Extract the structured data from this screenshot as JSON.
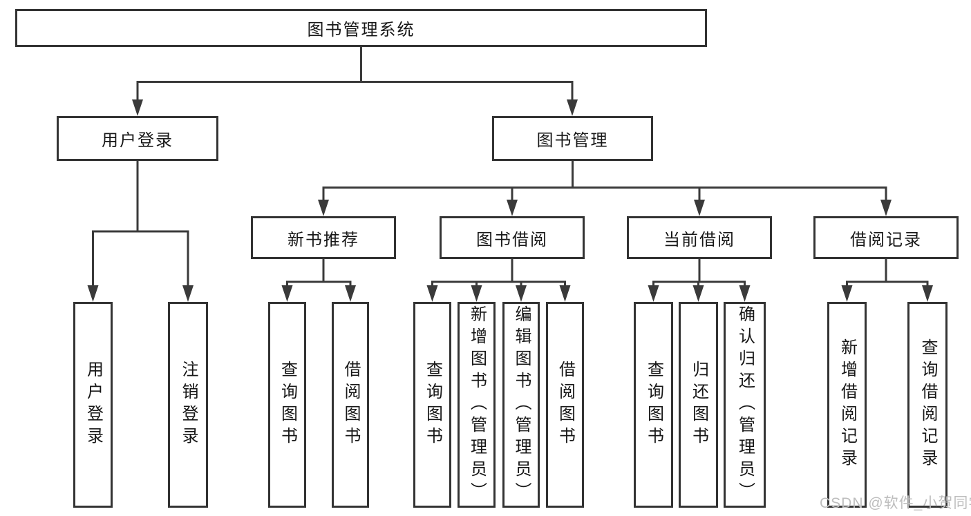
{
  "diagram": {
    "root": {
      "label": "图书管理系统"
    },
    "level2": [
      {
        "label": "用户登录"
      },
      {
        "label": "图书管理"
      }
    ],
    "level3": [
      {
        "label": "新书推荐"
      },
      {
        "label": "图书借阅"
      },
      {
        "label": "当前借阅"
      },
      {
        "label": "借阅记录"
      }
    ],
    "leaves": [
      {
        "label": "用户登录"
      },
      {
        "label": "注销登录"
      },
      {
        "label": "查询图书"
      },
      {
        "label": "借阅图书"
      },
      {
        "label": "查询图书"
      },
      {
        "label": "新增图书（管理员）"
      },
      {
        "label": "编辑图书（管理员）"
      },
      {
        "label": "借阅图书"
      },
      {
        "label": "查询图书"
      },
      {
        "label": "归还图书"
      },
      {
        "label": "确认归还（管理员）"
      },
      {
        "label": "新增借阅记录"
      },
      {
        "label": "查询借阅记录"
      }
    ]
  },
  "watermark": {
    "text": "CSDN @软件_小贺同学"
  },
  "colors": {
    "line": "#3a3a3a",
    "box_border": "#333333",
    "text": "#171717",
    "watermark": "#bdbdbd",
    "background": "#ffffff"
  }
}
